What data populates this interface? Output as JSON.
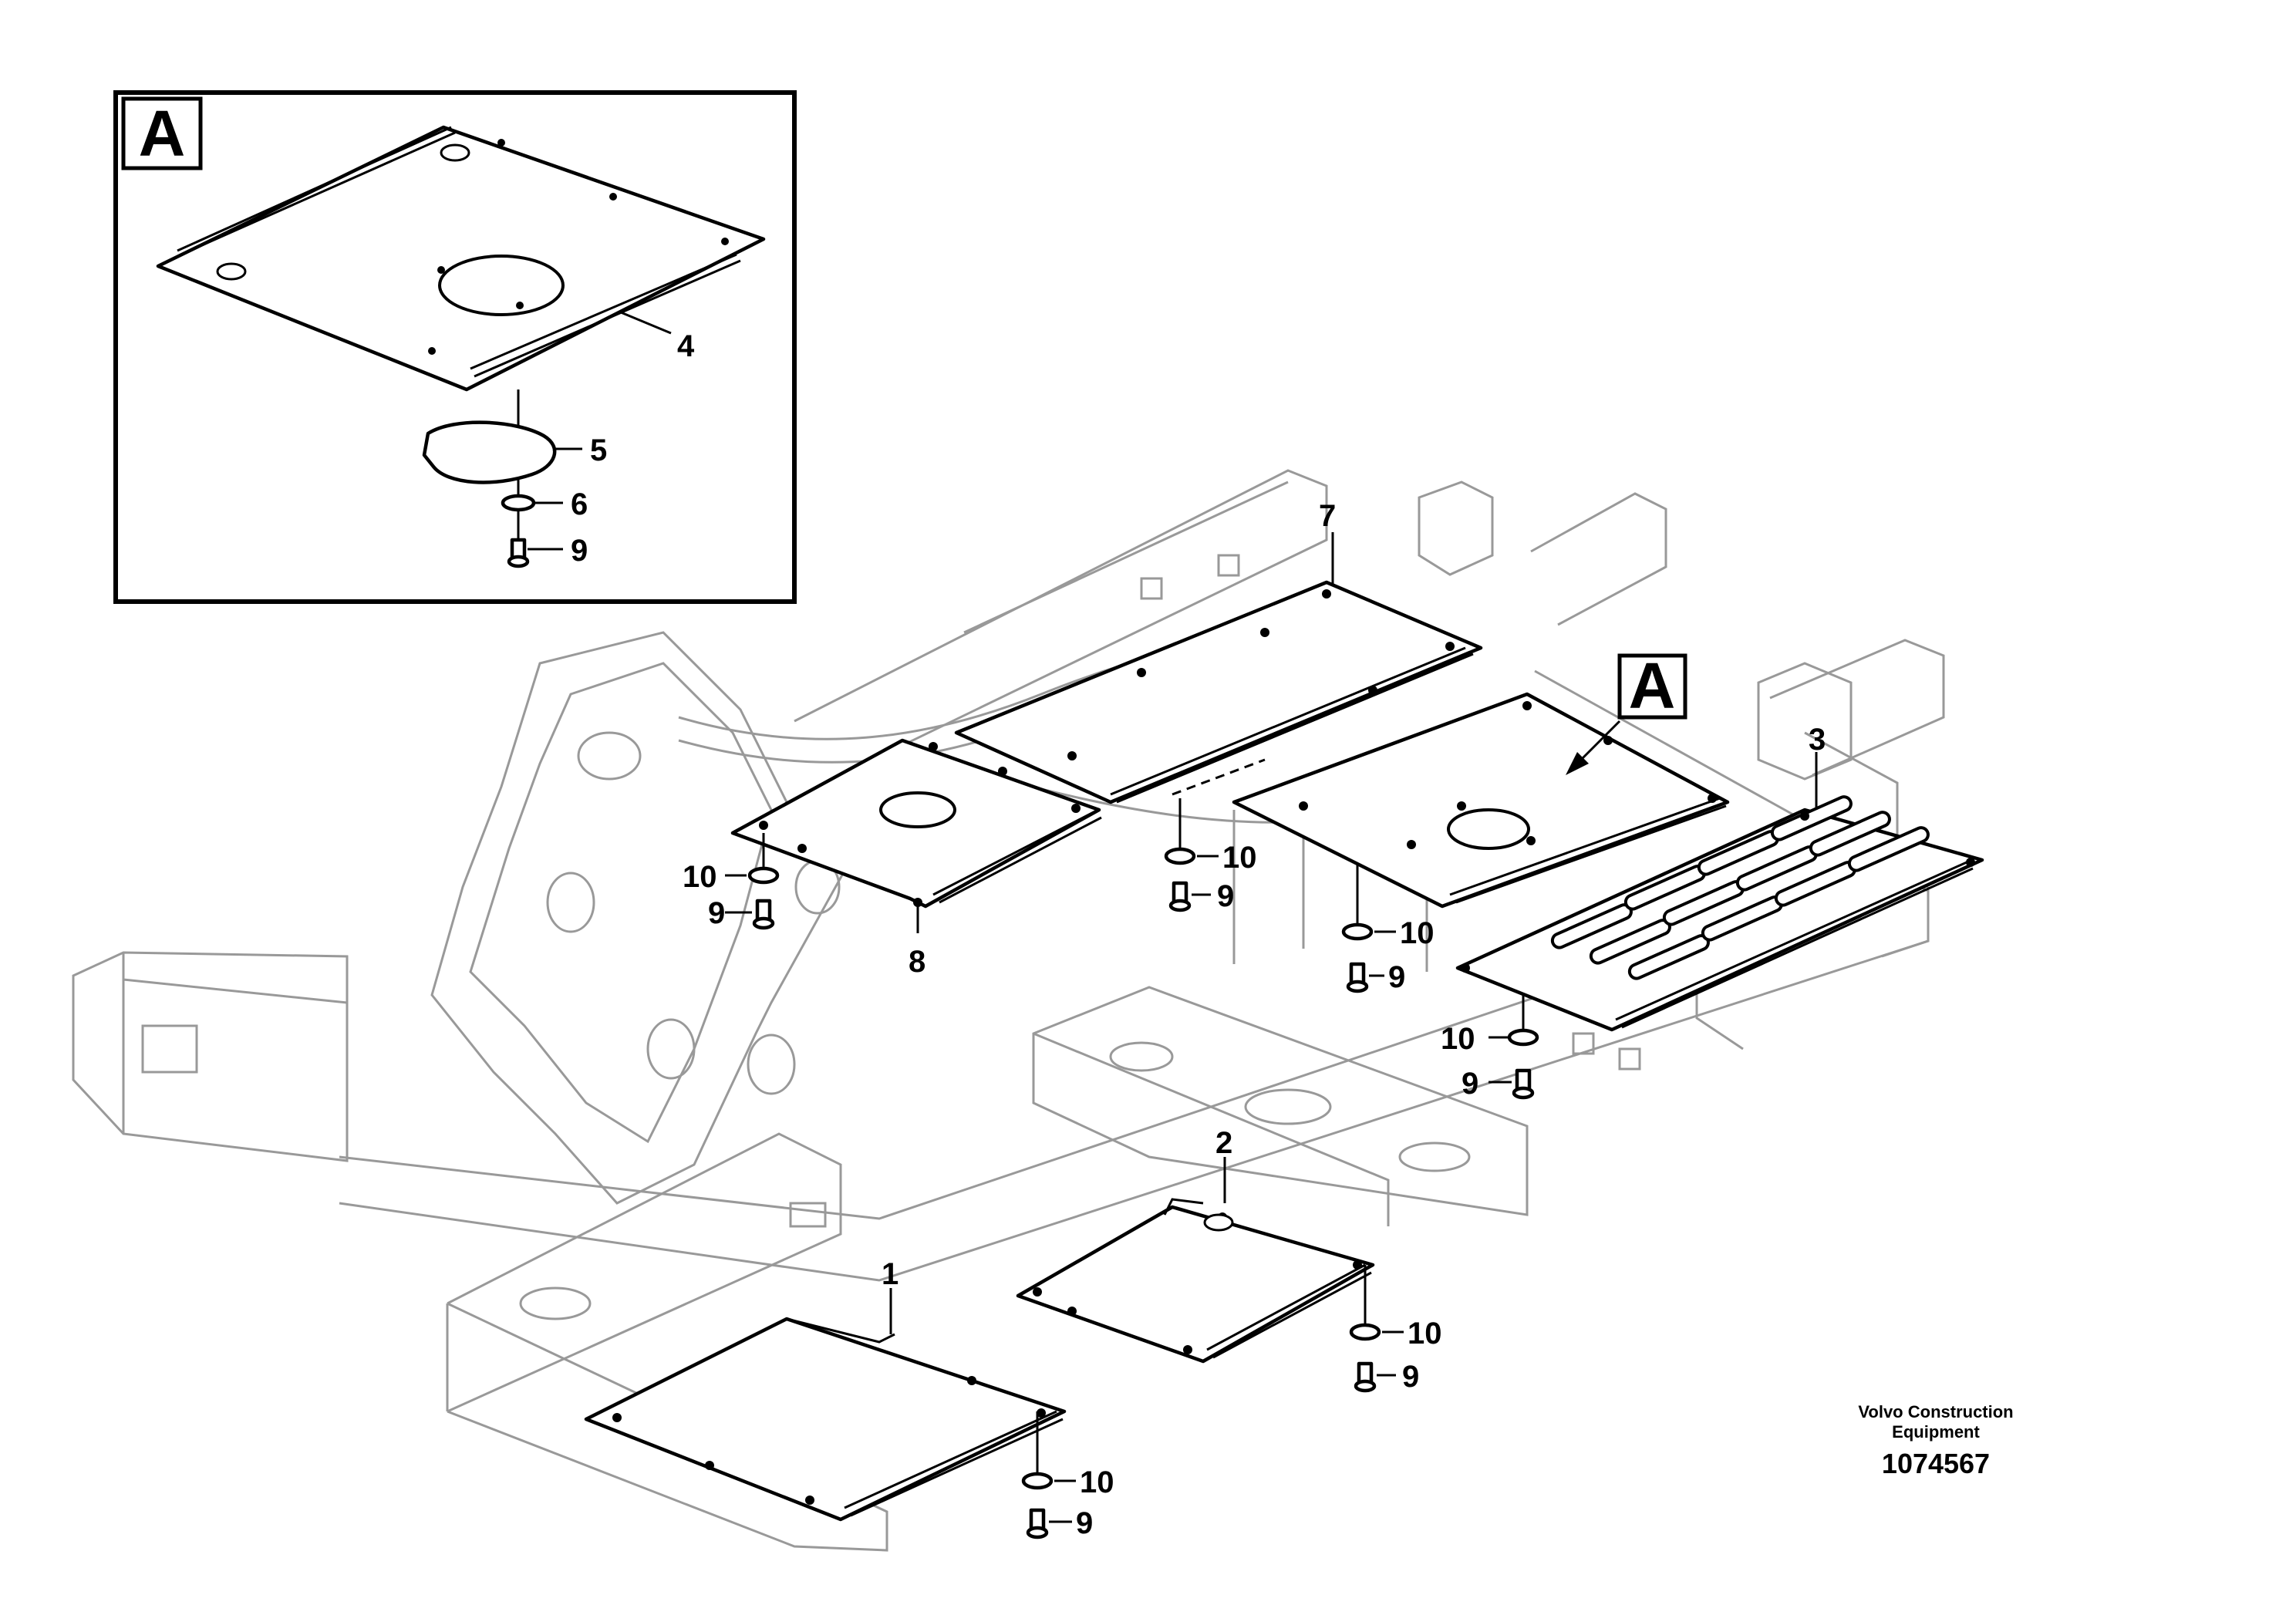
{
  "detail": {
    "label": "A"
  },
  "callouts": {
    "c1": "1",
    "c2": "2",
    "c3": "3",
    "c4": "4",
    "c5": "5",
    "c6": "6",
    "c7": "7",
    "c8": "8",
    "c9_a": "9",
    "c9_b": "9",
    "c9_c": "9",
    "c9_d": "9",
    "c9_e": "9",
    "c9_f": "9",
    "c9_g": "9",
    "c10_a": "10",
    "c10_b": "10",
    "c10_c": "10",
    "c10_d": "10",
    "c10_e": "10",
    "c10_f": "10"
  },
  "detail_ref": {
    "label": "A"
  },
  "caption": {
    "line1": "Volvo Construction",
    "line2": "Equipment",
    "number": "1074567"
  },
  "colors": {
    "line": "#000000",
    "frame_line": "#999999",
    "background": "#ffffff"
  }
}
